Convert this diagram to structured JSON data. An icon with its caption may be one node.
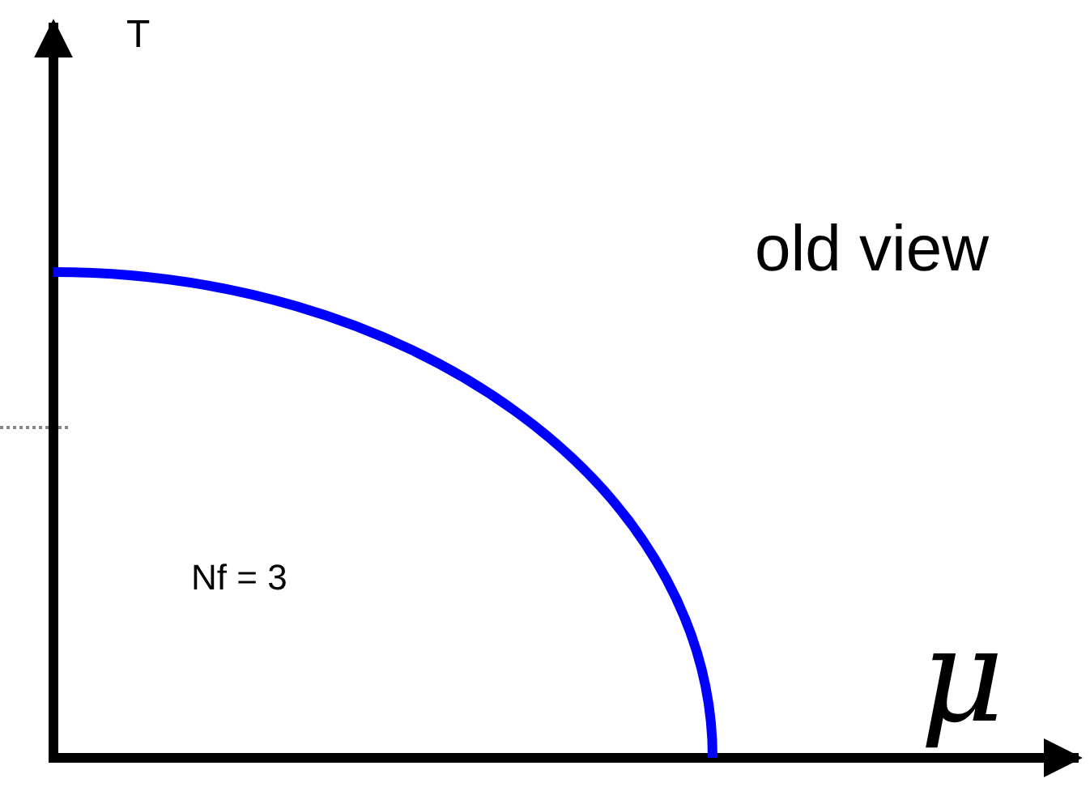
{
  "diagram": {
    "labels": [
      "T",
      "old view",
      "Nf = 3",
      "μ"
    ]
  }
}
